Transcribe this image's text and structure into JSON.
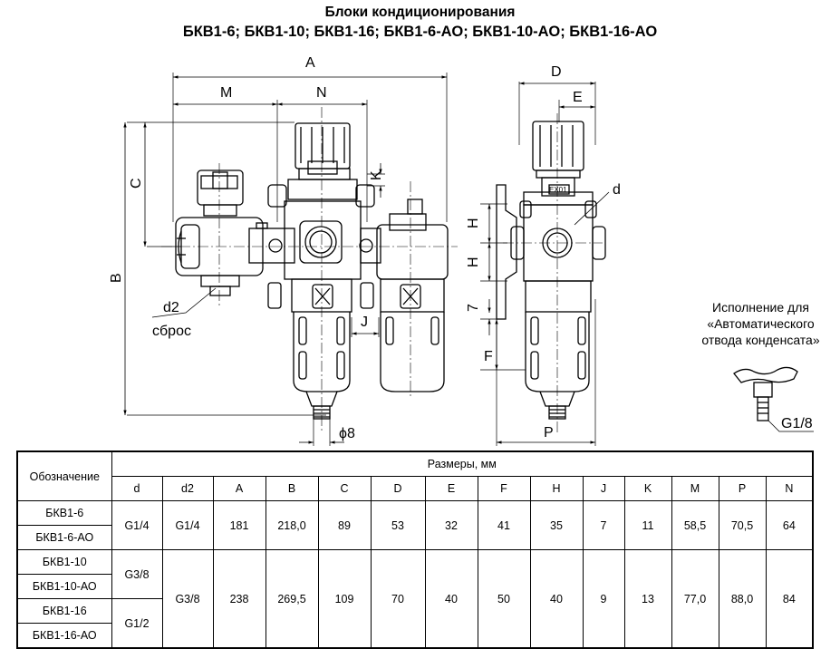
{
  "title": {
    "line1": "Блоки кондиционирования",
    "line2": "БКВ1-6; БКВ1-10; БКВ1-16; БКВ1-6-АО; БКВ1-10-АО; БКВ1-16-АО"
  },
  "drawing": {
    "dim_A": "A",
    "dim_M": "M",
    "dim_N": "N",
    "dim_C": "C",
    "dim_K": "K",
    "dim_B": "B",
    "dim_J": "J",
    "dim_d2": "d2",
    "reset_label": "сброс",
    "phi8": "ϕ8",
    "dim_D": "D",
    "dim_E": "E",
    "dim_d": "d",
    "dim_H1": "H",
    "dim_H2": "H",
    "dim_7": "7",
    "dim_F": "F",
    "dim_P": "P",
    "g18": "G1/8",
    "marking": "EX01"
  },
  "note": {
    "line1": "Исполнение для",
    "line2": "«Автоматического",
    "line3": "отвода конденсата»"
  },
  "table": {
    "designation_header": "Обозначение",
    "sizes_header": "Размеры, мм",
    "columns": [
      "d",
      "d2",
      "A",
      "B",
      "C",
      "D",
      "E",
      "F",
      "H",
      "J",
      "K",
      "M",
      "P",
      "N"
    ],
    "models": [
      "БКВ1-6",
      "БКВ1-6-АО",
      "БКВ1-10",
      "БКВ1-10-АО",
      "БКВ1-16",
      "БКВ1-16-АО"
    ],
    "group1": {
      "d": "G1/4",
      "d2": "G1/4",
      "A": "181",
      "B": "218,0",
      "C": "89",
      "D": "53",
      "E": "32",
      "F": "41",
      "H": "35",
      "J": "7",
      "K": "11",
      "M": "58,5",
      "P": "70,5",
      "N": "64"
    },
    "group2": {
      "d_10": "G3/8",
      "d_16": "G1/2",
      "d2": "G3/8",
      "A": "238",
      "B": "269,5",
      "C": "109",
      "D": "70",
      "E": "40",
      "F": "50",
      "H": "40",
      "J": "9",
      "K": "13",
      "M": "77,0",
      "P": "88,0",
      "N": "84"
    }
  }
}
